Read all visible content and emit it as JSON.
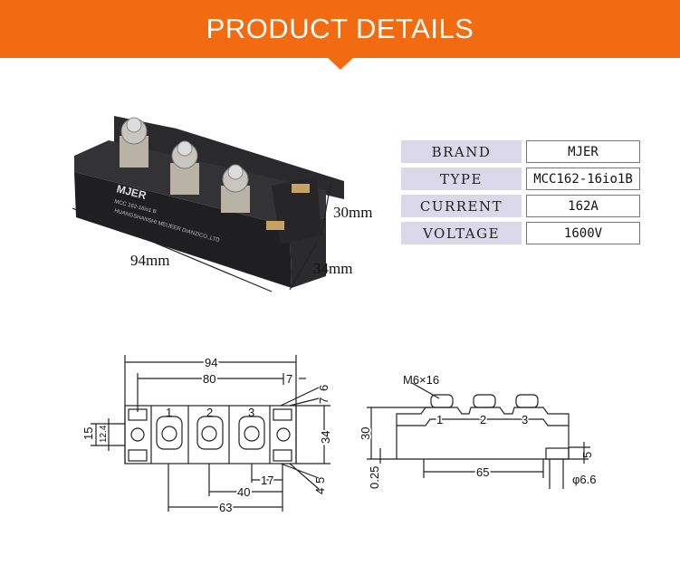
{
  "banner": {
    "title": "PRODUCT  DETAILS",
    "color": "#f26b10"
  },
  "product_photo": {
    "logo": "MJER",
    "model_print": "MCC 162-16io1 B",
    "maker_print": "HUANGSHANSHI MEIJEER DIANZICO.,LTD",
    "dim_length": "94mm",
    "dim_height": "30mm",
    "dim_width": "34mm"
  },
  "specs": [
    {
      "label": "BRAND",
      "value": "MJER"
    },
    {
      "label": "TYPE",
      "value": "MCC162-16io1B"
    },
    {
      "label": "CURRENT",
      "value": "162A"
    },
    {
      "label": "VOLTAGE",
      "value": "1600V"
    }
  ],
  "top_view": {
    "overall": "94",
    "hole_spacing": "80",
    "edge": "7",
    "right_top_a": "6",
    "right_top_b": "7",
    "right_bot_a": "5",
    "right_bot_b": "4",
    "height": "34",
    "left_outer": "15",
    "left_inner": "12.4",
    "term_1": "1",
    "term_2": "2",
    "term_3": "3",
    "d17": "17",
    "d40": "40",
    "d63": "63"
  },
  "side_view": {
    "screw": "M6×16",
    "height": "30",
    "base": "0.25",
    "span": "65",
    "foot": "5",
    "hole": "φ6.6",
    "term_1": "1",
    "term_2": "2",
    "term_3": "3"
  }
}
